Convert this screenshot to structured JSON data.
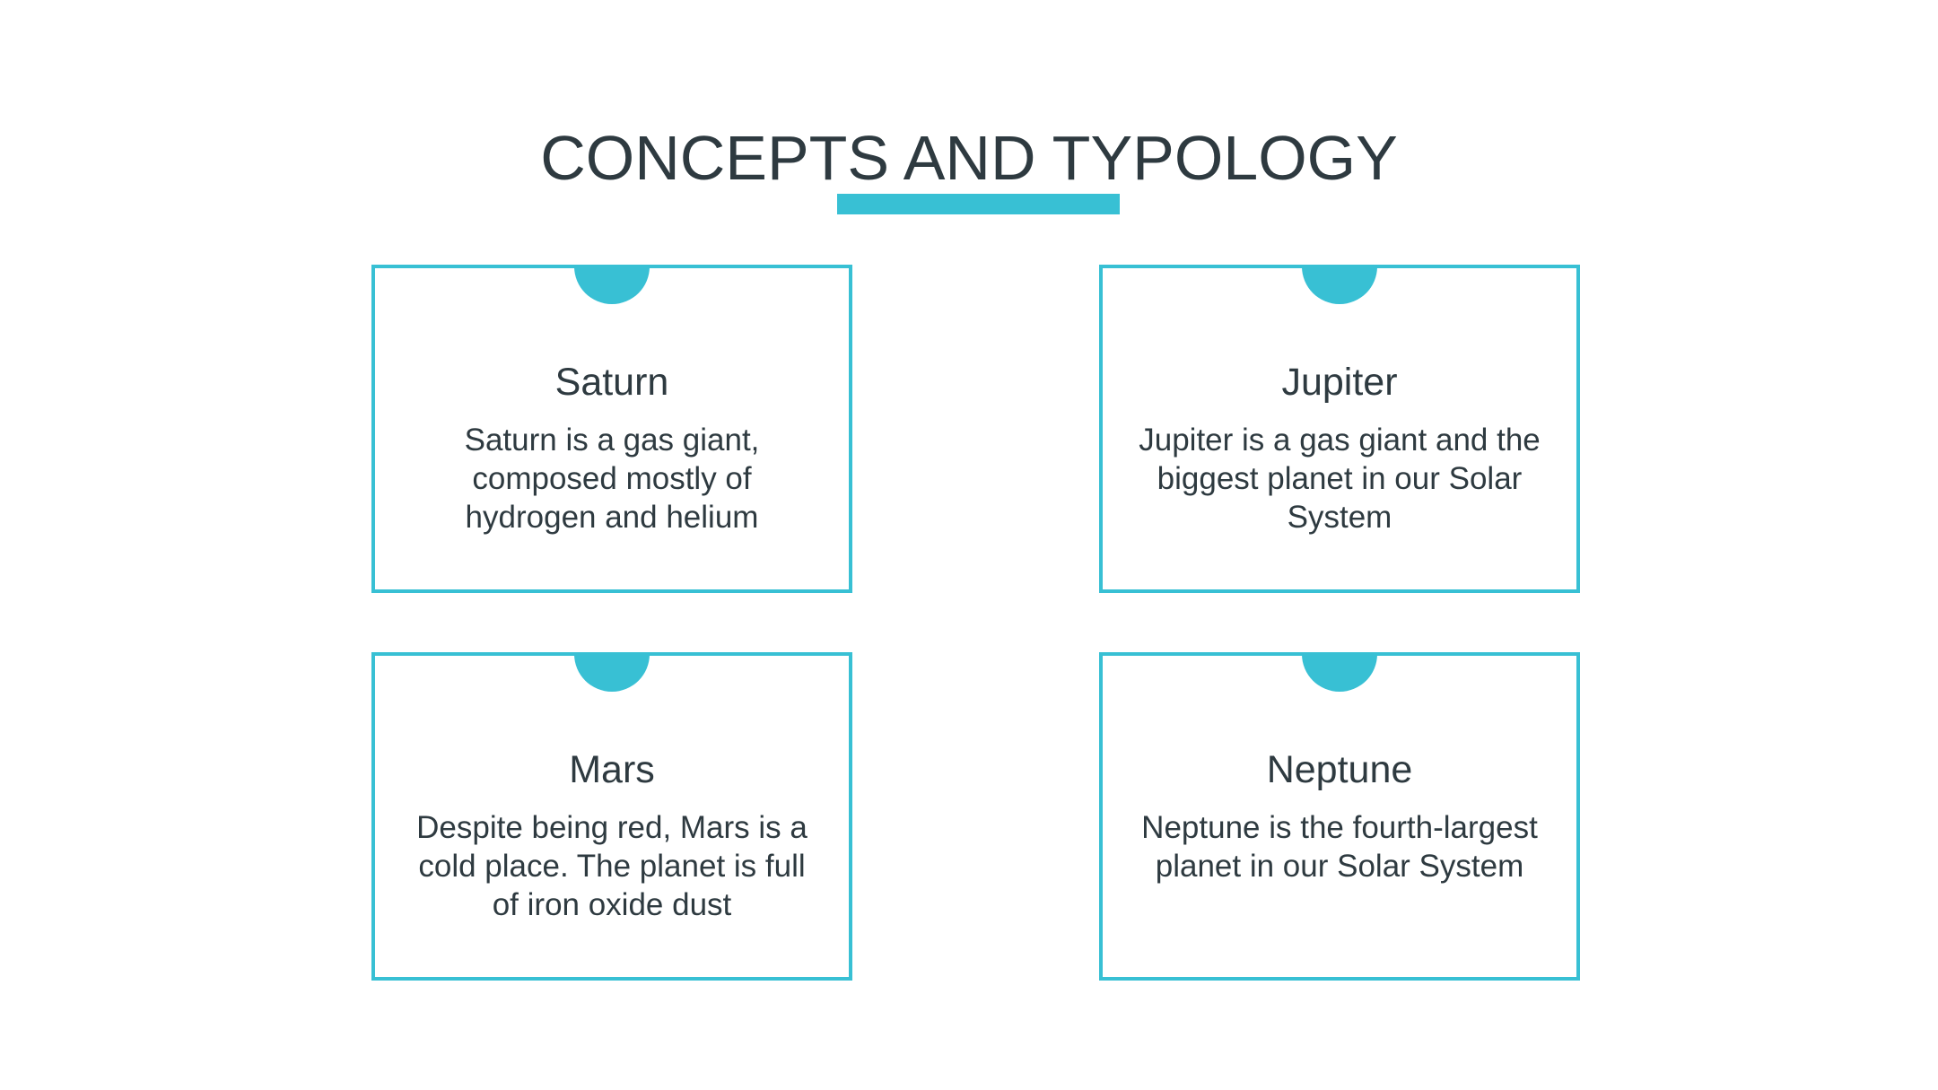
{
  "slide": {
    "title": "CONCEPTS AND TYPOLOGY",
    "accent_color": "#38c0d4",
    "text_color": "#2e3a40",
    "background_color": "#ffffff"
  },
  "cards": [
    {
      "title": "Saturn",
      "text": "Saturn is a gas giant, composed mostly of hydrogen and helium"
    },
    {
      "title": "Jupiter",
      "text": "Jupiter is a gas giant and the biggest planet in our Solar System"
    },
    {
      "title": "Mars",
      "text": "Despite being red, Mars is a cold place. The planet is full of iron oxide dust"
    },
    {
      "title": "Neptune",
      "text": "Neptune is the fourth-largest planet in our Solar System"
    }
  ]
}
